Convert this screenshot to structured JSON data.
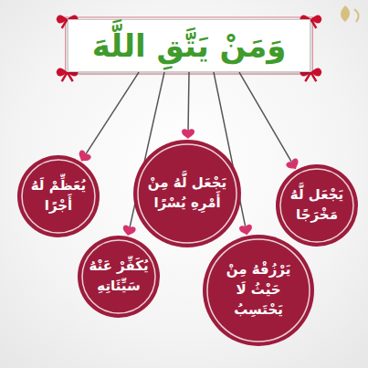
{
  "diagram": {
    "nodes": [
      {
        "text": [
          "وَمَنْ يَتَّقِ اللَّهَ"
        ]
      },
      {
        "text": [
          "يَجْعَل لَّهُ مَخْرَجًا"
        ]
      },
      {
        "text": [
          "يَرْزُقْهُ مِنْ حَيْثُ لَا يَحْتَسِبُ"
        ]
      },
      {
        "text": [
          "يَجْعَل لَّهُ مِنْ أَمْرِهِ يُسْرًا"
        ]
      },
      {
        "text": [
          "يُكَفِّرْ عَنْهُ سَيِّئَاتِهِ"
        ]
      },
      {
        "text": [
          "يُعَظِّمْ لَهُ أَجْرًا"
        ]
      }
    ],
    "edges": [
      {
        "from": 0,
        "to": 1,
        "arrow": "to"
      },
      {
        "from": 0,
        "to": 2,
        "arrow": "to"
      },
      {
        "from": 0,
        "to": 3,
        "arrow": "to"
      },
      {
        "from": 0,
        "to": 4,
        "arrow": "to"
      },
      {
        "from": 0,
        "to": 5,
        "arrow": "to"
      }
    ]
  }
}
